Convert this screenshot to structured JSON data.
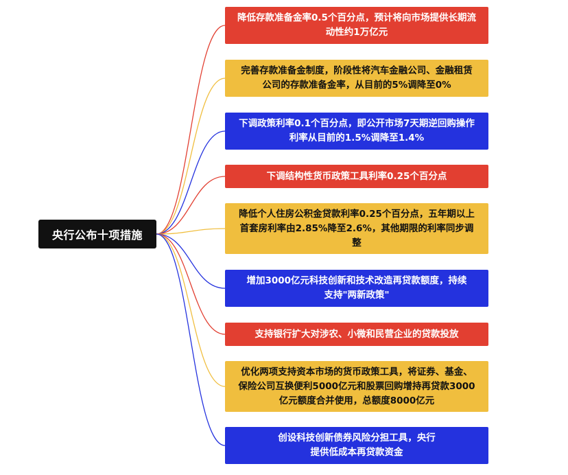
{
  "root": {
    "label": "央行公布十项措施"
  },
  "colors": {
    "red": "#e23f31",
    "yellow": "#f0be3e",
    "blue": "#2432de",
    "root": "#111111"
  },
  "measures": [
    {
      "color": "red",
      "text": "降低存款准备金率0.5个百分点，预计将向市场提供长期流动性约1万亿元"
    },
    {
      "color": "yellow",
      "text": "完善存款准备金制度，阶段性将汽车金融公司、金融租赁公司的存款准备金率，从目前的5%调降至0%"
    },
    {
      "color": "blue",
      "text": "下调政策利率0.1个百分点，即公开市场7天期逆回购操作利率从目前的1.5%调降至1.4%"
    },
    {
      "color": "red",
      "text": "下调结构性货币政策工具利率0.25个百分点"
    },
    {
      "color": "yellow",
      "text": "降低个人住房公积金贷款利率0.25个百分点，五年期以上首套房利率由2.85%降至2.6%，其他期限的利率同步调整"
    },
    {
      "color": "blue",
      "text": "增加3000亿元科技创新和技术改造再贷款额度，持续支持\"两新政策\""
    },
    {
      "color": "red",
      "text": "支持银行扩大对涉农、小微和民营企业的贷款投放"
    },
    {
      "color": "yellow",
      "text": "优化两项支持资本市场的货币政策工具，将证券、基金、保险公司互换便利5000亿元和股票回购增持再贷款3000亿元额度合并使用，总额度8000亿元"
    },
    {
      "color": "blue",
      "text": "创设科技创新债券风险分担工具，央行提供低成本再贷款资金"
    }
  ]
}
